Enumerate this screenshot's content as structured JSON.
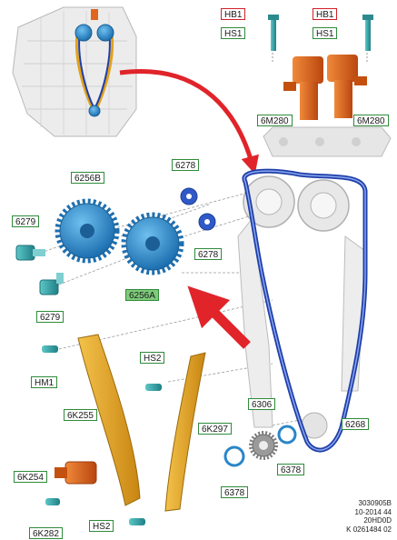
{
  "labels": {
    "hb1_left": "HB1",
    "hs1_left": "HS1",
    "hb1_right": "HB1",
    "hs1_right": "HS1",
    "m280_left": "6M280",
    "m280_right": "6M280",
    "p6256b": "6256B",
    "p6278_top": "6278",
    "p6279_top": "6279",
    "p6278_mid": "6278",
    "p6279_bot": "6279",
    "p6256a": "6256A",
    "hm1": "HM1",
    "hs2_top": "HS2",
    "k255": "6K255",
    "p6306": "6306",
    "k297": "6K297",
    "p6268": "6268",
    "p6378_right": "6378",
    "k254": "6K254",
    "p6378_left": "6378",
    "k282": "6K282",
    "hs2_bot": "HS2"
  },
  "reference": {
    "line1": "3030905B",
    "line2": "10-2014 44",
    "line3": "20HD0D",
    "line4": "K 0261484 02"
  },
  "colors": {
    "label_border": "#2e8b3a",
    "label_border_red": "#d0202a",
    "label_fill": "#7ecb7a",
    "sprocket_blue": "#2a86c8",
    "chain_blue": "#1f3fa8",
    "guide_orange": "#e3a21a",
    "solenoid_orange": "#e0651e",
    "arrow_red": "#e0242a",
    "bolt_teal": "#3aa6a8"
  }
}
